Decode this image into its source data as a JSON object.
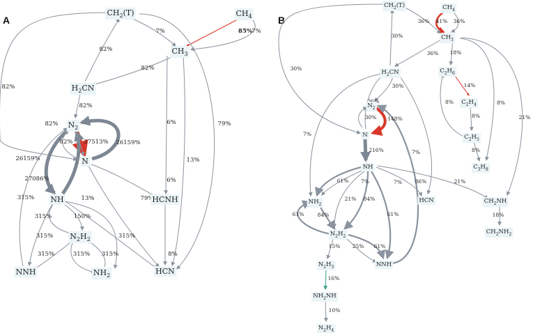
{
  "colors": {
    "edge": "#8a939e",
    "edge_thick": "#7d8793",
    "highlight": "#d9372a",
    "teal": "#3a9e86",
    "node_bg": "#eaf4f7"
  },
  "panels": [
    {
      "id": "A",
      "label": "A",
      "nodes": [
        {
          "id": "CH2T",
          "label": "CH",
          "sub": "2",
          "tail": "(T)"
        },
        {
          "id": "CH4",
          "label": "CH",
          "sub": "4",
          "tail": ""
        },
        {
          "id": "CH3",
          "label": "CH",
          "sub": "3",
          "tail": ""
        },
        {
          "id": "H2CN",
          "label": "H",
          "sub": "2",
          "tail": "CN"
        },
        {
          "id": "N2",
          "label": "N",
          "sub": "2",
          "tail": ""
        },
        {
          "id": "N",
          "label": "N",
          "sub": "",
          "tail": ""
        },
        {
          "id": "NH",
          "label": "NH",
          "sub": "",
          "tail": ""
        },
        {
          "id": "N2H2",
          "label": "N",
          "sub": "2",
          "tail": "H",
          "sub2": "2"
        },
        {
          "id": "NNH",
          "label": "NNH",
          "sub": "",
          "tail": ""
        },
        {
          "id": "NH2",
          "label": "NH",
          "sub": "2",
          "tail": ""
        },
        {
          "id": "HCNH",
          "label": "HCNH",
          "sub": "",
          "tail": ""
        },
        {
          "id": "HCN",
          "label": "HCN",
          "sub": "",
          "tail": ""
        }
      ],
      "edges": [
        {
          "from": "CH4",
          "to": "CH3",
          "label": "85%",
          "style": "highlight",
          "bold": true
        },
        {
          "from": "CH4",
          "to": "CH3",
          "label": "7%",
          "style": "thin"
        },
        {
          "from": "CH2T",
          "to": "CH3",
          "label": "7%",
          "style": "thin"
        },
        {
          "from": "CH2T",
          "to": "N",
          "label": "82%",
          "style": "thin"
        },
        {
          "from": "H2CN",
          "to": "CH2T",
          "label": "82%",
          "style": "thin"
        },
        {
          "from": "CH3",
          "to": "H2CN",
          "label": "82%",
          "style": "thin"
        },
        {
          "from": "H2CN",
          "to": "N2",
          "label": "82%",
          "style": "thin"
        },
        {
          "from": "N2",
          "to": "N",
          "label": "27513%",
          "style": "highlight"
        },
        {
          "from": "N",
          "to": "N2",
          "label": "26159%",
          "style": "thick"
        },
        {
          "from": "N2",
          "to": "NH",
          "label": "26159%",
          "style": "thick"
        },
        {
          "from": "NH",
          "to": "N2",
          "label": "27086%",
          "style": "thick"
        },
        {
          "from": "N",
          "to": "N2",
          "label": "82%",
          "style": "thin"
        },
        {
          "from": "N2",
          "to": "N",
          "label": "82%",
          "style": "thin"
        },
        {
          "from": "CH3",
          "to": "HCNH",
          "label": "6%",
          "style": "thin"
        },
        {
          "from": "CH3",
          "to": "HCN",
          "label": "13%",
          "style": "thin"
        },
        {
          "from": "CH2T",
          "to": "HCN",
          "label": "79%",
          "style": "thin"
        },
        {
          "from": "N",
          "to": "HCNH",
          "label": "6%",
          "style": "thin"
        },
        {
          "from": "N",
          "to": "HCN",
          "label": "79%",
          "style": "thin"
        },
        {
          "from": "NH",
          "to": "HCN",
          "label": "13%",
          "style": "thin"
        },
        {
          "from": "HCNH",
          "to": "HCN",
          "label": "8%",
          "style": "thin"
        },
        {
          "from": "NH",
          "to": "N2H2",
          "label": "315%",
          "style": "thin"
        },
        {
          "from": "NH",
          "to": "N2H2",
          "label": "150%",
          "style": "thin"
        },
        {
          "from": "NH",
          "to": "NH2",
          "label": "315%",
          "style": "thin"
        },
        {
          "from": "N2H2",
          "to": "NNH",
          "label": "315%",
          "style": "thin"
        },
        {
          "from": "N2H2",
          "to": "NH2",
          "label": "315%",
          "style": "thin"
        },
        {
          "from": "NH2",
          "to": "N2H2",
          "label": "315%",
          "style": "thin"
        },
        {
          "from": "NNH",
          "to": "N2",
          "label": "315%",
          "style": "thin"
        },
        {
          "from": "NH",
          "to": "NNH",
          "label": "315%",
          "style": "thin"
        }
      ]
    },
    {
      "id": "B",
      "label": "B",
      "nodes": [
        {
          "id": "CH2T",
          "label": "CH",
          "sub": "2",
          "tail": "(T)"
        },
        {
          "id": "CH4",
          "label": "CH",
          "sub": "4",
          "tail": ""
        },
        {
          "id": "CH3",
          "label": "CH",
          "sub": "3",
          "tail": ""
        },
        {
          "id": "H2CN",
          "label": "H",
          "sub": "2",
          "tail": "CN"
        },
        {
          "id": "C2H6",
          "label": "C",
          "sub": "2",
          "tail": "H",
          "sub2": "6"
        },
        {
          "id": "C2H4",
          "label": "C",
          "sub": "2",
          "tail": "H",
          "sub2": "4"
        },
        {
          "id": "C2H5",
          "label": "C",
          "sub": "2",
          "tail": "H",
          "sub2": "5"
        },
        {
          "id": "C3H8",
          "label": "C",
          "sub": "3",
          "tail": "H",
          "sub2": "8"
        },
        {
          "id": "N2",
          "label": "N",
          "sub": "2",
          "tail": ""
        },
        {
          "id": "N",
          "label": "N",
          "sub": "",
          "tail": ""
        },
        {
          "id": "NH",
          "label": "NH",
          "sub": "",
          "tail": ""
        },
        {
          "id": "NH2",
          "label": "NH",
          "sub": "2",
          "tail": ""
        },
        {
          "id": "HCN",
          "label": "HCN",
          "sub": "",
          "tail": ""
        },
        {
          "id": "CH2NH",
          "label": "CH",
          "sub": "2",
          "tail": "NH"
        },
        {
          "id": "CH2NH2",
          "label": "CH",
          "sub": "2",
          "tail": "NH",
          "sub2": "2"
        },
        {
          "id": "N2H2",
          "label": "N",
          "sub": "2",
          "tail": "H",
          "sub2": "2"
        },
        {
          "id": "NNH",
          "label": "NNH",
          "sub": "",
          "tail": ""
        },
        {
          "id": "N2H3",
          "label": "N",
          "sub": "2",
          "tail": "H",
          "sub2": "3"
        },
        {
          "id": "NH2NH",
          "label": "NH",
          "sub": "2",
          "tail": "NH"
        },
        {
          "id": "N2H4",
          "label": "N",
          "sub": "2",
          "tail": "H",
          "sub2": "4"
        }
      ],
      "edges": [
        {
          "from": "CH4",
          "to": "CH3",
          "label": "41%",
          "style": "highlight"
        },
        {
          "from": "CH4",
          "to": "CH3",
          "label": "36%",
          "style": "thin"
        },
        {
          "from": "CH2T",
          "to": "CH3",
          "label": "36%",
          "style": "thin"
        },
        {
          "from": "CH3",
          "to": "H2CN",
          "label": "36%",
          "style": "thin"
        },
        {
          "from": "H2CN",
          "to": "CH2T",
          "label": "30%",
          "style": "thin"
        },
        {
          "from": "CH2T",
          "to": "N",
          "label": "30%",
          "style": "thin"
        },
        {
          "from": "H2CN",
          "to": "N2",
          "label": "30%",
          "style": "thin"
        },
        {
          "from": "N",
          "to": "H2CN",
          "label": "36%",
          "style": "thin"
        },
        {
          "from": "N",
          "to": "N2",
          "label": "30%",
          "style": "thin"
        },
        {
          "from": "N2",
          "to": "N",
          "label": "148%",
          "style": "highlight"
        },
        {
          "from": "N",
          "to": "NH",
          "label": "216%",
          "style": "thick"
        },
        {
          "from": "CH3",
          "to": "C2H6",
          "label": "18%",
          "style": "thin"
        },
        {
          "from": "C2H6",
          "to": "C2H4",
          "label": "14%",
          "style": "highlight"
        },
        {
          "from": "C2H5",
          "to": "C2H6",
          "label": "8%",
          "style": "thin"
        },
        {
          "from": "C2H4",
          "to": "C2H5",
          "label": "8%",
          "style": "thin"
        },
        {
          "from": "C2H5",
          "to": "C3H8",
          "label": "8%",
          "style": "thin"
        },
        {
          "from": "CH3",
          "to": "C3H8",
          "label": "8%",
          "style": "thin"
        },
        {
          "from": "CH3",
          "to": "CH2NH",
          "label": "21%",
          "style": "thin"
        },
        {
          "from": "H2CN",
          "to": "HCN",
          "label": "7%",
          "style": "thin"
        },
        {
          "from": "H2CN",
          "to": "NH2",
          "label": "7%",
          "style": "thin"
        },
        {
          "from": "NH",
          "to": "NH2",
          "label": "61%",
          "style": "medium"
        },
        {
          "from": "NH",
          "to": "NH2",
          "label": "7%",
          "style": "thin"
        },
        {
          "from": "NH",
          "to": "N2H2",
          "label": "21%",
          "style": "thin"
        },
        {
          "from": "NH",
          "to": "N2H2",
          "label": "84%",
          "style": "medium"
        },
        {
          "from": "NH",
          "to": "NNH",
          "label": "61%",
          "style": "medium"
        },
        {
          "from": "NH",
          "to": "HCN",
          "label": "7%",
          "style": "thin"
        },
        {
          "from": "NH",
          "to": "CH2NH",
          "label": "21%",
          "style": "thin"
        },
        {
          "from": "NNH",
          "to": "N2",
          "label": "86%",
          "style": "medium"
        },
        {
          "from": "CH2NH",
          "to": "CH2NH2",
          "label": "18%",
          "style": "thin"
        },
        {
          "from": "NH2",
          "to": "N2H2",
          "label": "84%",
          "style": "medium"
        },
        {
          "from": "N2H2",
          "to": "NH2",
          "label": "61%",
          "style": "medium"
        },
        {
          "from": "N2H2",
          "to": "NNH",
          "label": "25%",
          "style": "thin"
        },
        {
          "from": "N2H2",
          "to": "NNH",
          "label": "61%",
          "style": "medium"
        },
        {
          "from": "N2H2",
          "to": "N2H3",
          "label": "15%",
          "style": "thin"
        },
        {
          "from": "N2H3",
          "to": "NH2NH",
          "label": "16%",
          "style": "teal"
        },
        {
          "from": "NH2NH",
          "to": "N2H4",
          "label": "10%",
          "style": "thin"
        }
      ]
    }
  ]
}
